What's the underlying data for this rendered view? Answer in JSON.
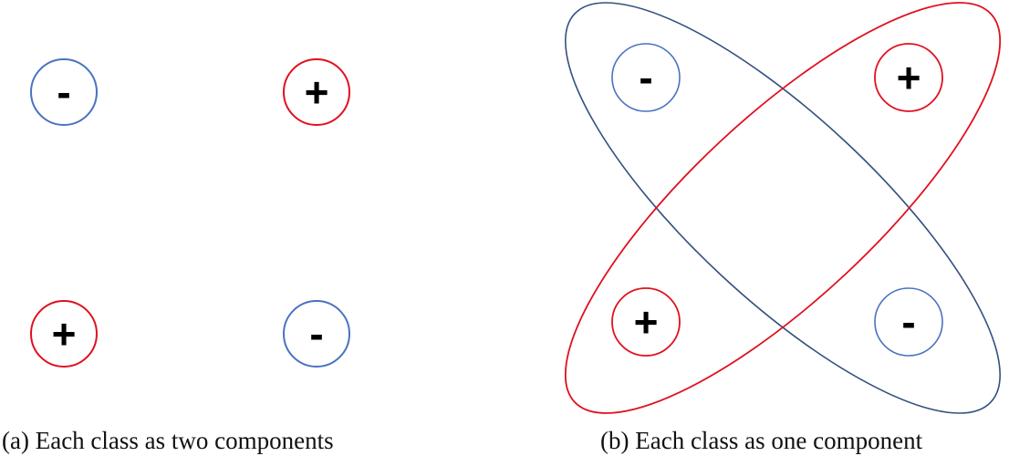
{
  "colors": {
    "positive": "#e01020",
    "negative": "#4a72c0",
    "ellipse_negative": "#34507f",
    "ellipse_positive": "#e01020"
  },
  "panel_a": {
    "caption": "(a) Each class as two components",
    "points": [
      {
        "label": "-",
        "class": "negative"
      },
      {
        "label": "+",
        "class": "positive"
      },
      {
        "label": "+",
        "class": "positive"
      },
      {
        "label": "-",
        "class": "negative"
      }
    ]
  },
  "panel_b": {
    "caption": "(b) Each class as one component",
    "points": [
      {
        "label": "-",
        "class": "negative"
      },
      {
        "label": "+",
        "class": "positive"
      },
      {
        "label": "+",
        "class": "positive"
      },
      {
        "label": "-",
        "class": "negative"
      }
    ]
  }
}
